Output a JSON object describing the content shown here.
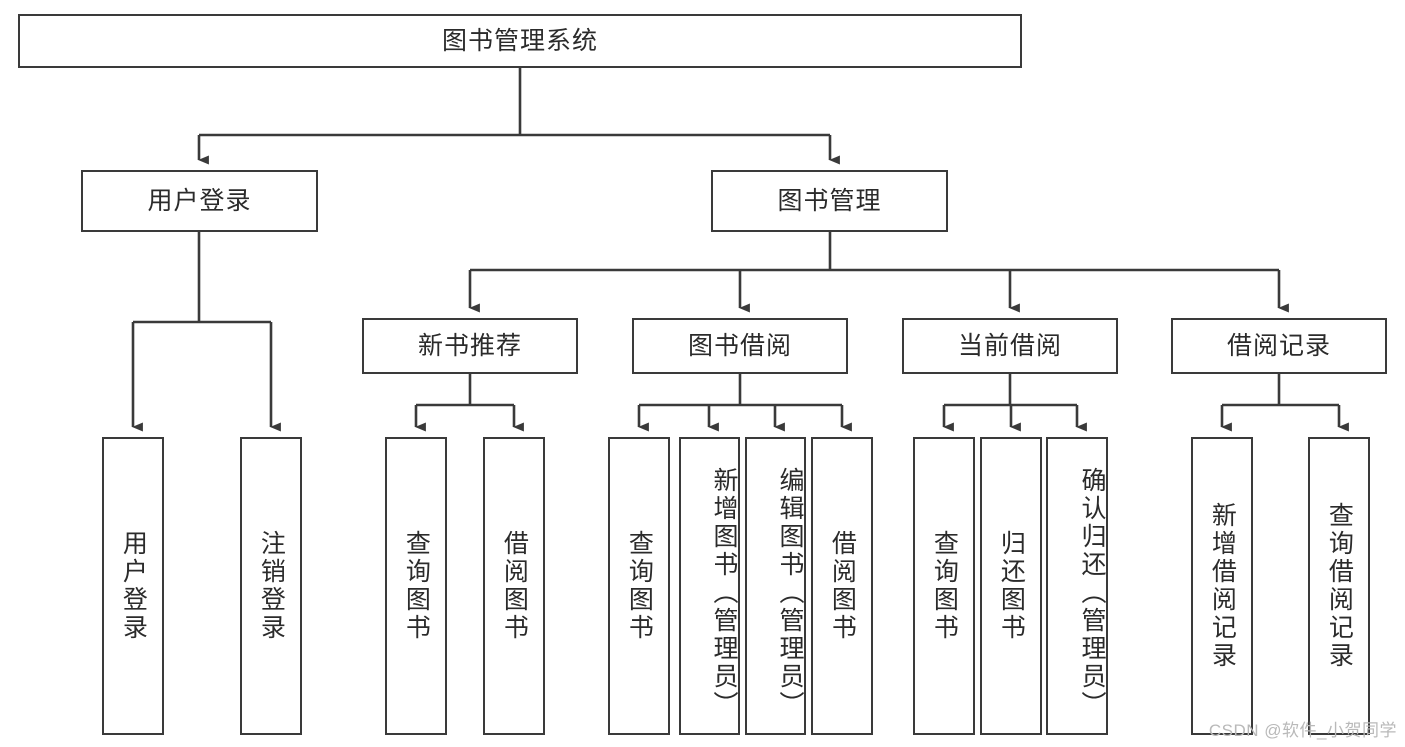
{
  "diagram": {
    "title": "图书管理系统",
    "type": "hierarchy-tree",
    "root": {
      "id": "root",
      "label": "图书管理系统"
    },
    "level2": [
      {
        "id": "user-login",
        "label": "用户登录"
      },
      {
        "id": "book-manage",
        "label": "图书管理"
      }
    ],
    "level3": [
      {
        "id": "new-book-rec",
        "label": "新书推荐",
        "parent": "book-manage"
      },
      {
        "id": "book-borrow",
        "label": "图书借阅",
        "parent": "book-manage"
      },
      {
        "id": "current-borrow",
        "label": "当前借阅",
        "parent": "book-manage"
      },
      {
        "id": "borrow-record",
        "label": "借阅记录",
        "parent": "book-manage"
      }
    ],
    "leaves": [
      {
        "id": "leaf-user-login",
        "label": "用户登录",
        "parent": "user-login"
      },
      {
        "id": "leaf-logout",
        "label": "注销登录",
        "parent": "user-login"
      },
      {
        "id": "leaf-query-book-rec",
        "label": "查询图书",
        "parent": "new-book-rec"
      },
      {
        "id": "leaf-borrow-book-rec",
        "label": "借阅图书",
        "parent": "new-book-rec"
      },
      {
        "id": "leaf-query-book-borrow",
        "label": "查询图书",
        "parent": "book-borrow"
      },
      {
        "id": "leaf-add-book",
        "label": "新增图书（管理员）",
        "parent": "book-borrow"
      },
      {
        "id": "leaf-edit-book",
        "label": "编辑图书（管理员）",
        "parent": "book-borrow"
      },
      {
        "id": "leaf-borrow-book",
        "label": "借阅图书",
        "parent": "book-borrow"
      },
      {
        "id": "leaf-query-book-current",
        "label": "查询图书",
        "parent": "current-borrow"
      },
      {
        "id": "leaf-return-book",
        "label": "归还图书",
        "parent": "current-borrow"
      },
      {
        "id": "leaf-confirm-return",
        "label": "确认归还（管理员）",
        "parent": "current-borrow"
      },
      {
        "id": "leaf-add-record",
        "label": "新增借阅记录",
        "parent": "borrow-record"
      },
      {
        "id": "leaf-query-record",
        "label": "查询借阅记录",
        "parent": "borrow-record"
      }
    ]
  },
  "watermark": {
    "text": "CSDN @软件_小贺同学"
  },
  "colors": {
    "stroke": "#3a3a3a",
    "text": "#2b2b2b",
    "background": "#ffffff",
    "watermark": "#b9b9b9"
  }
}
